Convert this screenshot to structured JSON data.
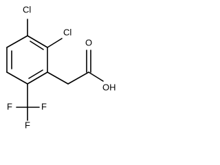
{
  "structure": {
    "atoms": {
      "cl_top": "Cl",
      "cl_right": "Cl",
      "oxygen": "O",
      "hydroxyl": "OH",
      "fluorine_left": "F",
      "fluorine_right": "F",
      "fluorine_bottom": "F"
    }
  }
}
